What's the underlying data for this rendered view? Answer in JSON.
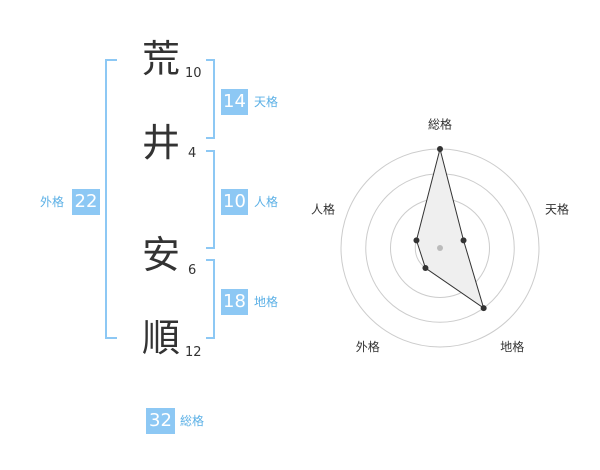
{
  "name": {
    "chars": [
      {
        "char": "荒",
        "strokes": "10"
      },
      {
        "char": "井",
        "strokes": "4"
      },
      {
        "char": "安",
        "strokes": "6"
      },
      {
        "char": "順",
        "strokes": "12"
      }
    ]
  },
  "fortunes": {
    "tenkaku": {
      "value": "14",
      "label": "天格"
    },
    "jinkaku": {
      "value": "10",
      "label": "人格"
    },
    "chikaku": {
      "value": "18",
      "label": "地格"
    },
    "gaikaku": {
      "value": "22",
      "label": "外格"
    },
    "soukaku": {
      "value": "32",
      "label": "総格"
    }
  },
  "colors": {
    "accent": "#8dc8f4",
    "label": "#5bb0e6",
    "text": "#333333"
  },
  "chart_data": {
    "type": "radar",
    "axes": [
      "総格",
      "天格",
      "地格",
      "外格",
      "人格"
    ],
    "values": [
      4,
      1,
      3,
      1,
      1
    ],
    "range": [
      0,
      4
    ]
  }
}
